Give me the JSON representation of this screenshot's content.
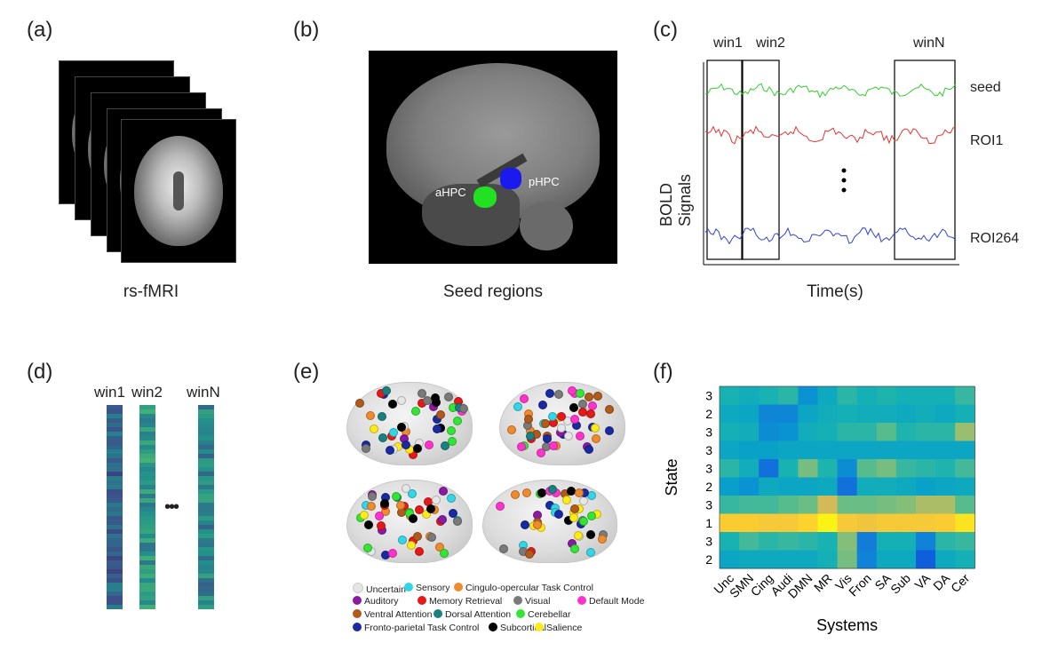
{
  "panels": {
    "a": {
      "label": "(a)",
      "caption": "rs-fMRI"
    },
    "b": {
      "label": "(b)",
      "caption": "Seed regions",
      "labels": [
        "aHPC",
        "pHPC"
      ]
    },
    "c": {
      "label": "(c)",
      "ylabel": "BOLD Signals",
      "xlabel": "Time(s)",
      "windows": [
        "win1",
        "win2",
        "winN"
      ],
      "signals": [
        "seed",
        "ROI1",
        "ROI264"
      ],
      "signal_colors": [
        "#33cc33",
        "#e53333",
        "#3344cc"
      ],
      "ellipsis": "..."
    },
    "d": {
      "label": "(d)",
      "windows": [
        "win1",
        "win2",
        "winN"
      ],
      "ellipsis": "•••"
    },
    "e": {
      "label": "(e)",
      "legend": [
        {
          "name": "Uncertain",
          "color": "#e6e6e6"
        },
        {
          "name": "Sensory",
          "color": "#33d6e6"
        },
        {
          "name": "Cingulo-opercular Task Control",
          "color": "#f08a2e"
        },
        {
          "name": "Auditory",
          "color": "#8a1aa0"
        },
        {
          "name": "Memory Retrieval",
          "color": "#e61919"
        },
        {
          "name": "Visual",
          "color": "#7a7a7a"
        },
        {
          "name": "Default Mode",
          "color": "#ff33cc"
        },
        {
          "name": "Ventral Attention",
          "color": "#b05a1c"
        },
        {
          "name": "Dorsal Attention",
          "color": "#1a8080"
        },
        {
          "name": "Cerebellar",
          "color": "#33e633"
        },
        {
          "name": "Fronto-parietal Task Control",
          "color": "#1a2aa0"
        },
        {
          "name": "Subcortical",
          "color": "#000000"
        },
        {
          "name": "Salience",
          "color": "#ffeb1a"
        }
      ]
    },
    "f": {
      "label": "(f)"
    }
  },
  "chart_data": {
    "type": "heatmap",
    "xlabel": "Systems",
    "ylabel": "State",
    "columns": [
      "Unc",
      "SMN",
      "Cing",
      "Audi",
      "DMN",
      "MR",
      "Vis",
      "Fron",
      "SA",
      "Sub",
      "VA",
      "DA",
      "Cer"
    ],
    "rows": [
      "3",
      "2",
      "3",
      "3",
      "3",
      "2",
      "3",
      "1",
      "3",
      "2"
    ],
    "values": [
      [
        0.45,
        0.42,
        0.45,
        0.48,
        0.3,
        0.4,
        0.48,
        0.44,
        0.46,
        0.44,
        0.44,
        0.44,
        0.5
      ],
      [
        0.4,
        0.38,
        0.25,
        0.25,
        0.38,
        0.42,
        0.44,
        0.42,
        0.42,
        0.4,
        0.42,
        0.4,
        0.44
      ],
      [
        0.44,
        0.42,
        0.28,
        0.3,
        0.42,
        0.44,
        0.48,
        0.48,
        0.55,
        0.46,
        0.48,
        0.48,
        0.65
      ],
      [
        0.38,
        0.36,
        0.36,
        0.38,
        0.38,
        0.38,
        0.38,
        0.38,
        0.38,
        0.38,
        0.38,
        0.38,
        0.38
      ],
      [
        0.48,
        0.42,
        0.18,
        0.45,
        0.6,
        0.46,
        0.28,
        0.55,
        0.6,
        0.5,
        0.48,
        0.46,
        0.52
      ],
      [
        0.35,
        0.3,
        0.4,
        0.38,
        0.38,
        0.4,
        0.18,
        0.42,
        0.42,
        0.4,
        0.36,
        0.38,
        0.4
      ],
      [
        0.5,
        0.52,
        0.52,
        0.55,
        0.58,
        0.75,
        0.58,
        0.58,
        0.6,
        0.62,
        0.68,
        0.68,
        0.55
      ],
      [
        0.88,
        0.88,
        0.86,
        0.86,
        0.9,
        0.98,
        0.86,
        0.84,
        0.86,
        0.86,
        0.86,
        0.88,
        0.94
      ],
      [
        0.45,
        0.52,
        0.48,
        0.5,
        0.48,
        0.45,
        0.62,
        0.22,
        0.44,
        0.44,
        0.24,
        0.48,
        0.5
      ],
      [
        0.38,
        0.4,
        0.4,
        0.4,
        0.4,
        0.44,
        0.6,
        0.24,
        0.4,
        0.4,
        0.12,
        0.4,
        0.44
      ]
    ]
  }
}
